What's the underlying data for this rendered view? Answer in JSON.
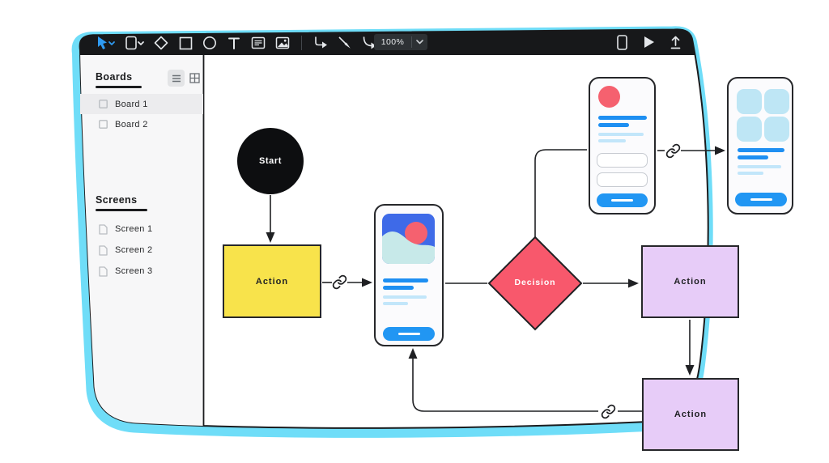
{
  "toolbar": {
    "zoom_value": "100%",
    "tools": [
      "cursor",
      "frame",
      "diamond",
      "rectangle",
      "ellipse",
      "text",
      "sticky-note",
      "image",
      "elbow-connector",
      "line-connector",
      "curve-connector"
    ],
    "right_tools": [
      "device-preview",
      "play",
      "export"
    ]
  },
  "sidebar": {
    "boards_title": "Boards",
    "boards": [
      {
        "label": "Board 1"
      },
      {
        "label": "Board 2"
      }
    ],
    "screens_title": "Screens",
    "screens": [
      {
        "label": "Screen 1"
      },
      {
        "label": "Screen 2"
      },
      {
        "label": "Screen 3"
      }
    ]
  },
  "canvas": {
    "start_label": "Start",
    "action1_label": "Action",
    "decision_label": "Decision",
    "action2_label": "Action",
    "action3_label": "Action"
  },
  "colors": {
    "frame_highlight": "#6fddf8",
    "toolbar_bg": "#17181a",
    "accent_blue": "#1e8ff2",
    "light_blue": "#c2e6fa",
    "yellow": "#f8e34b",
    "red": "#f8586c",
    "lavender": "#e7ccf8",
    "card_blue": "#3e6ae8",
    "sun_red": "#f5616f",
    "start_black": "#0d0e10"
  }
}
